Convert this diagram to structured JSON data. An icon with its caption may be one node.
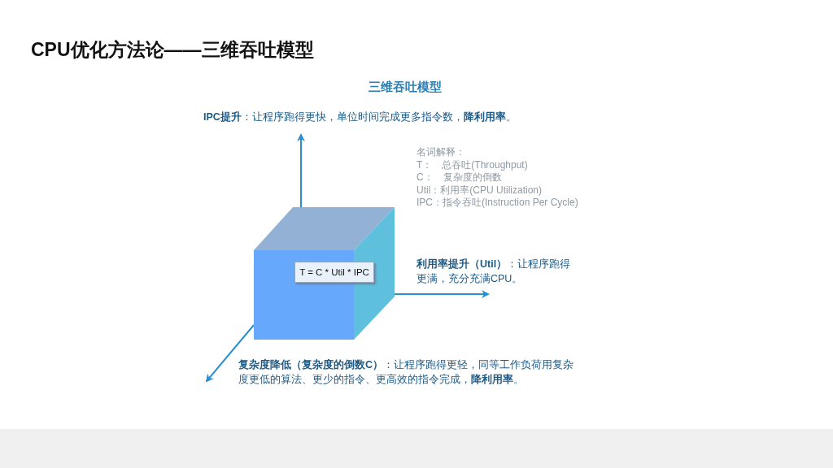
{
  "diagram": {
    "title": "CPU优化方法论——三维吞吐模型",
    "nodes": [
      {
        "text": [],
        "shape": "cube"
      },
      {
        "text": [
          "T = C * Util * IPC"
        ],
        "in": 0
      }
    ],
    "edges": [],
    "labels": [
      "三维吞吐模型",
      "**IPC提升**：让程序跑得更快，单位时间完成更多指令数，**降利用率**。",
      "名词解释：",
      "T：　总吞吐(Throughput)",
      "C：　复杂度的倒数",
      "Util：利用率(CPU Utilization)",
      "IPC：指令吞吐(Instruction Per Cycle)",
      "**利用率提升（Util）**：让程序跑得更满，充分充满CPU。",
      "**复杂度降低（复杂度的倒数C）**：让程序跑得更轻，同等工作负荷用复杂度更低的算法、更少的指令、更高效的指令完成，**降利用率**。"
    ]
  }
}
